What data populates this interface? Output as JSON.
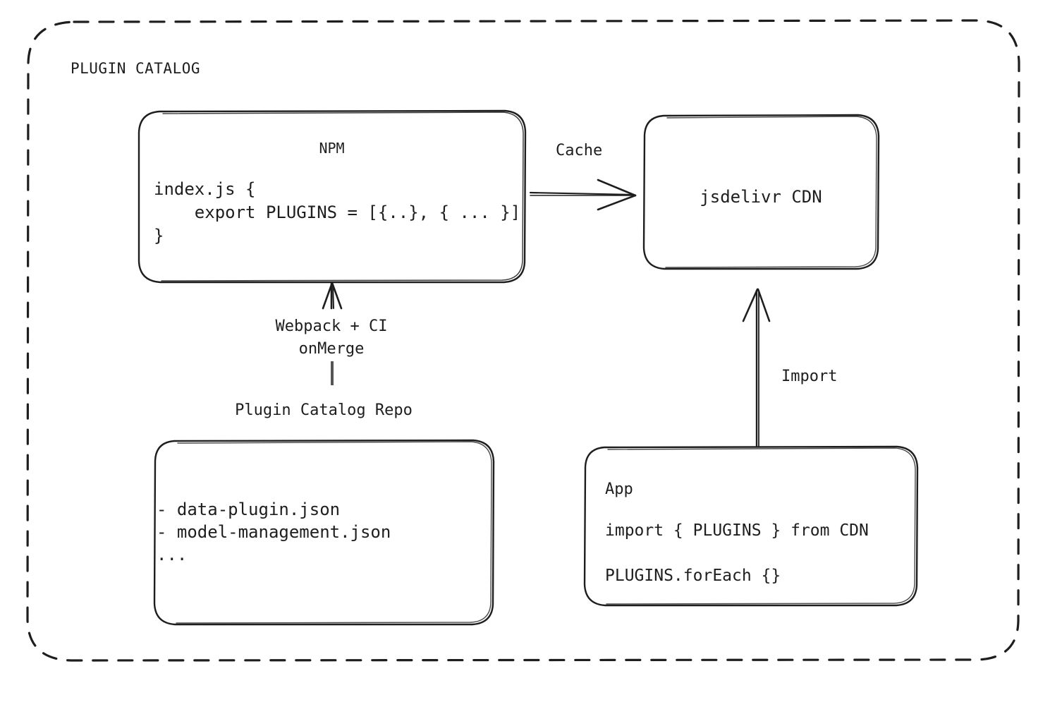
{
  "diagram": {
    "group_title": "PLUGIN CATALOG",
    "stroke_color": "#1e1e1e",
    "background_color": "#ffffff"
  },
  "nodes": {
    "npm": {
      "title": "NPM",
      "code": "index.js {\n    export PLUGINS = [{..}, { ... }]\n}"
    },
    "cdn": {
      "title": "jsdelivr CDN"
    },
    "repo": {
      "label": "Plugin Catalog Repo",
      "files": "- data-plugin.json\n- model-management.json\n..."
    },
    "app": {
      "title": "App",
      "code_line_1": "import { PLUGINS } from CDN",
      "code_line_2": "PLUGINS.forEach {}"
    }
  },
  "edges": {
    "cache": {
      "label": "Cache"
    },
    "webpack": {
      "label": "Webpack + CI\nonMerge"
    },
    "import": {
      "label": "Import"
    }
  }
}
